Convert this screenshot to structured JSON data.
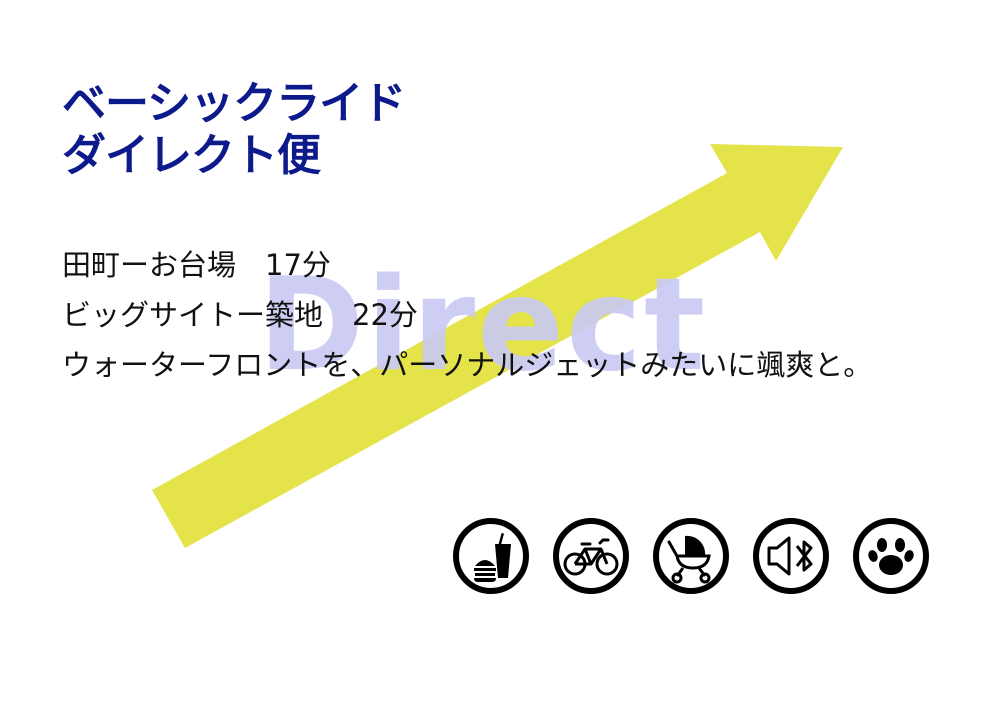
{
  "title": {
    "line1": "ベーシックライド",
    "line2": "ダイレクト便"
  },
  "watermark": "Direct",
  "routes": [
    "田町ーお台場　17分",
    "ビッグサイトー築地　22分"
  ],
  "description": "ウォーターフロントを、パーソナルジェットみたいに颯爽と。",
  "icons": [
    "food-drink-icon",
    "bicycle-icon",
    "stroller-icon",
    "bluetooth-speaker-icon",
    "pet-paw-icon"
  ],
  "colors": {
    "title": "#0d1a8c",
    "arrow": "#e4e44a",
    "watermark": "#c9c9f5",
    "text": "#111111",
    "icon": "#000000"
  }
}
